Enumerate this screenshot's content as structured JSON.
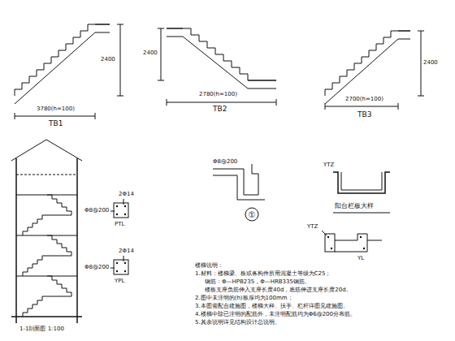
{
  "diagram": {
    "labels": [
      "TB1",
      "3780(h=100)",
      "2400",
      "TB2",
      "2780(h=100)",
      "2400",
      "TB3",
      "2700(h=100)",
      "2400",
      "2Φ14",
      "Φ8@200",
      "PTL",
      "2Φ14",
      "Φ8@200",
      "YPL",
      "1-1剖面图 1:100",
      "①",
      "Φ8@200",
      "YTZ",
      "阳台栏板大样",
      "YTZ",
      "YL",
      "楼梯说明：",
      "1.材料：楼梯梁、板或各构件所用混凝土等级为C25；",
      "钢筋：Φ—HPB235，Φ—HRB335钢筋。",
      "楼板支座负筋伸入支座长度40d，底筋伸进支座长度20d。",
      "2.图中未注明的(h)板厚均为100mm；",
      "3.本图需配合建施图，楼梯大样、扶手、栏杆详图见建施图。",
      "4.楼梯中除已注明的配筋外，未注明配筋均为Φ6@200分布筋。",
      "5.其余说明详见结构设计总说明。"
    ]
  }
}
